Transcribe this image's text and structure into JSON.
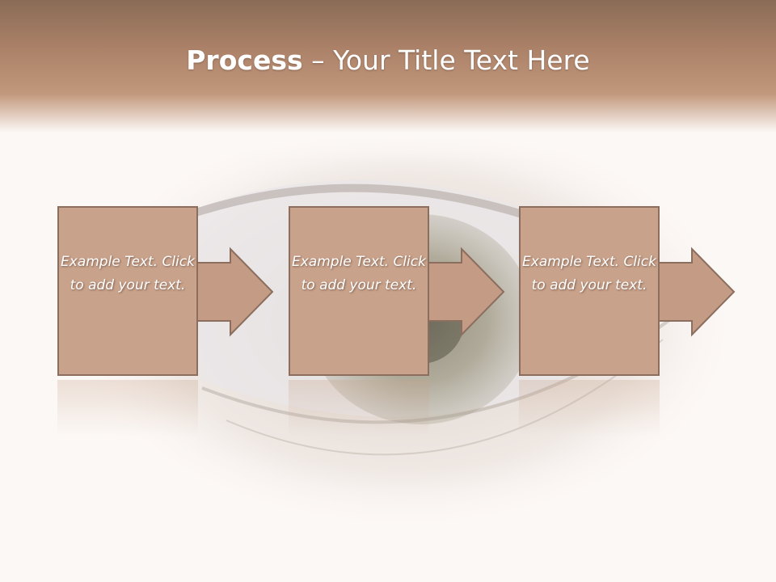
{
  "slide": {
    "title_bold": "Process",
    "title_rest": " – Your Title Text Here"
  },
  "steps": [
    {
      "text": "Example Text. Click  to add your text."
    },
    {
      "text": "Example Text. Click  to add your text."
    },
    {
      "text": "Example Text. Click  to add your text."
    }
  ],
  "colors": {
    "header_top": "#8a6c56",
    "header_mid": "#c2987c",
    "box_fill": "#c9a28b",
    "box_stroke": "#8b6e5e",
    "arrow_fill": "#c49c85",
    "background": "#fcf8f6"
  }
}
